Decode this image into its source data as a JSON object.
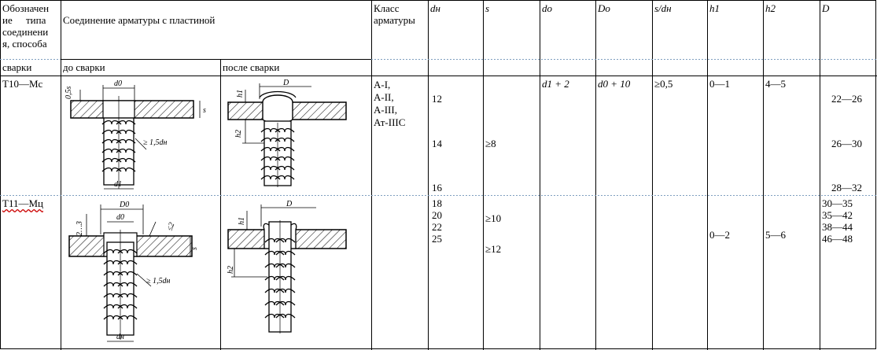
{
  "header": {
    "col1_lines": [
      "Обозначен",
      "ие     типа",
      "соединени",
      "я, способа"
    ],
    "col1_cont": "сварки",
    "connection": "Соединение арматуры с пластиной",
    "before": "до сварки",
    "after": "после сварки",
    "class_lines": [
      "Класс",
      "арматуры"
    ],
    "dn": "dн",
    "s": "s",
    "d0": "dо",
    "D0": "Dо",
    "s_dn": "s/dн",
    "h1": "h1",
    "h2": "h2",
    "D": "D"
  },
  "rows": [
    {
      "designation": "Т10—Мс",
      "classes": [
        "А-I,",
        "А-II,",
        "А-III,",
        "Ат-IIIС"
      ],
      "dn": [
        "12",
        "14",
        "16"
      ],
      "s": [
        "≥8"
      ],
      "d0": "d1 + 2",
      "D0": "d0 + 10",
      "s_dn": "≥0,5",
      "h1": "0—1",
      "h2": "4—5",
      "D": [
        "22—26",
        "26—30",
        "28—32"
      ]
    },
    {
      "designation": "Т11—Мц",
      "dn": [
        "18",
        "20",
        "22",
        "25"
      ],
      "s": [
        "≥10",
        "≥12"
      ],
      "h1": "0—2",
      "h2": "5—6",
      "D": [
        "30—35",
        "35—42",
        "38—44",
        "46—48"
      ]
    }
  ],
  "figures": {
    "fig1": {
      "labels": [
        "0,5s",
        "d0",
        "s",
        "≥ 1,5dн",
        "d1"
      ]
    },
    "fig2": {
      "labels": [
        "h1",
        "D",
        "h2"
      ]
    },
    "fig3": {
      "labels": [
        "D0",
        "d0",
        "2…3",
        "≤2",
        "s",
        "≥ 1,5dн",
        "dн"
      ]
    },
    "fig4": {
      "labels": [
        "h1",
        "D",
        "h2"
      ]
    }
  },
  "colors": {
    "grid": "#000000",
    "dashed": "#7f9fbf"
  }
}
